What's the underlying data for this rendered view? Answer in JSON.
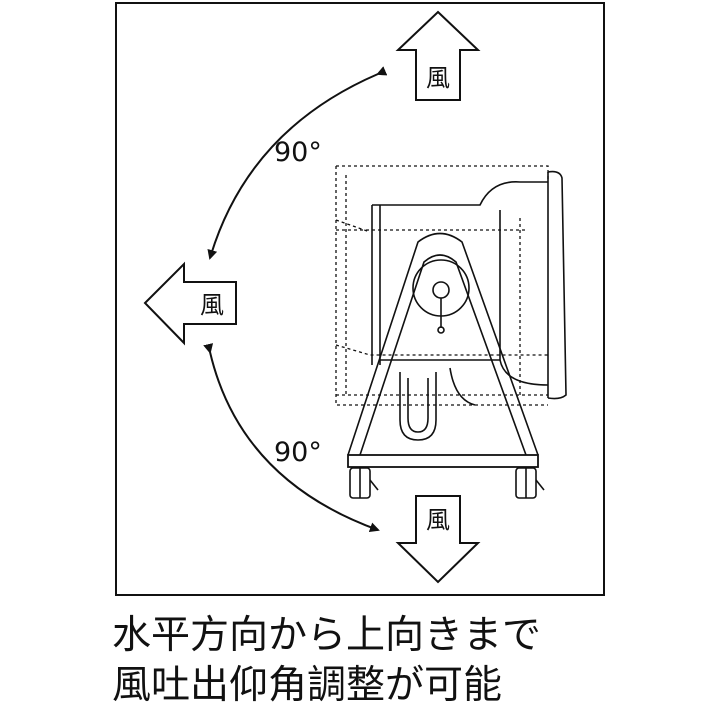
{
  "diagram": {
    "wind_label": "風",
    "angle_upper": "90°",
    "angle_lower": "90°"
  },
  "caption": {
    "line1": "水平方向から上向きまで",
    "line2": "風吐出仰角調整が可能"
  }
}
